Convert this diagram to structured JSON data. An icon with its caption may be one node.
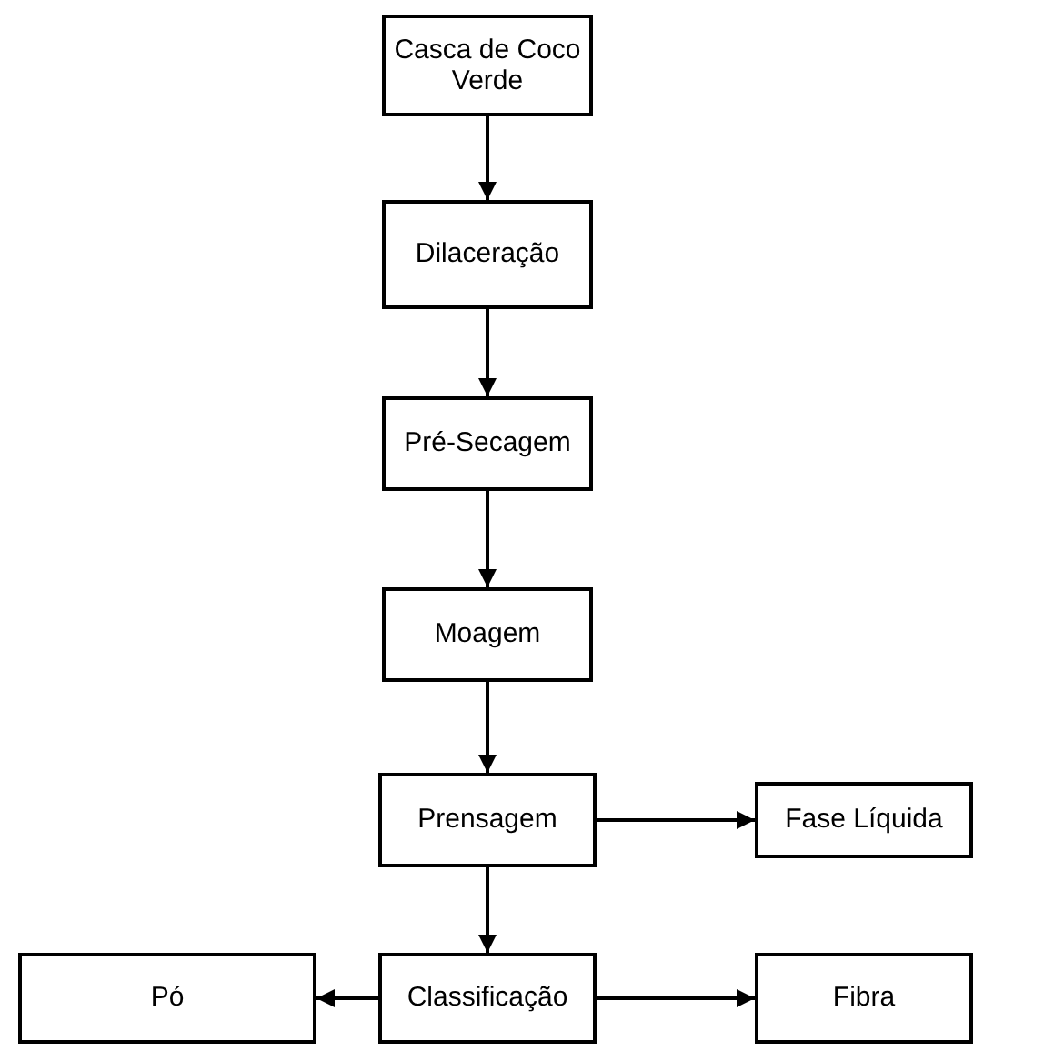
{
  "diagram": {
    "nodes": [
      {
        "text": [
          "Casca de Coco Verde"
        ]
      },
      {
        "text": [
          "Dilaceração"
        ]
      },
      {
        "text": [
          "Pré-Secagem"
        ]
      },
      {
        "text": [
          "Moagem"
        ]
      },
      {
        "text": [
          "Prensagem"
        ]
      },
      {
        "text": [
          "Fase Líquida"
        ]
      },
      {
        "text": [
          "Classificação"
        ]
      },
      {
        "text": [
          "Pó"
        ]
      },
      {
        "text": [
          "Fibra"
        ]
      }
    ],
    "edges": [
      {
        "from": 0,
        "to": 1,
        "arrow": "to"
      },
      {
        "from": 1,
        "to": 2,
        "arrow": "to"
      },
      {
        "from": 2,
        "to": 3,
        "arrow": "to"
      },
      {
        "from": 3,
        "to": 4,
        "arrow": "to"
      },
      {
        "from": 4,
        "to": 5,
        "arrow": "to"
      },
      {
        "from": 4,
        "to": 6,
        "arrow": "to"
      },
      {
        "from": 6,
        "to": 7,
        "arrow": "to"
      },
      {
        "from": 6,
        "to": 8,
        "arrow": "to"
      }
    ]
  }
}
